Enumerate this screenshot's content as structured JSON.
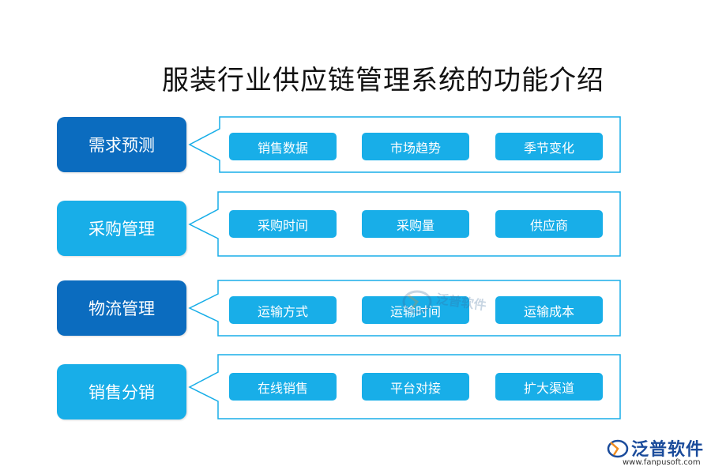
{
  "title": "服装行业供应链管理系统的功能介绍",
  "colors": {
    "dark_blue": "#0b6cbf",
    "light_blue": "#18aee8",
    "panel_border": "#18aee8",
    "brand_blue": "#1a4b9b",
    "brand_orange": "#f08c1e"
  },
  "modules": [
    {
      "name": "需求预测",
      "style": "dark",
      "items": [
        "销售数据",
        "市场趋势",
        "季节变化"
      ]
    },
    {
      "name": "采购管理",
      "style": "light",
      "items": [
        "采购时间",
        "采购量",
        "供应商"
      ]
    },
    {
      "name": "物流管理",
      "style": "dark",
      "items": [
        "运输方式",
        "运输时间",
        "运输成本"
      ]
    },
    {
      "name": "销售分销",
      "style": "light",
      "items": [
        "在线销售",
        "平台对接",
        "扩大渠道"
      ]
    }
  ],
  "watermark": {
    "text": "泛普软件",
    "icon": "fanpu-logo-icon"
  },
  "brand": {
    "name": "泛普软件",
    "url": "www.fanpusoft.com",
    "icon": "fanpu-logo-icon"
  }
}
